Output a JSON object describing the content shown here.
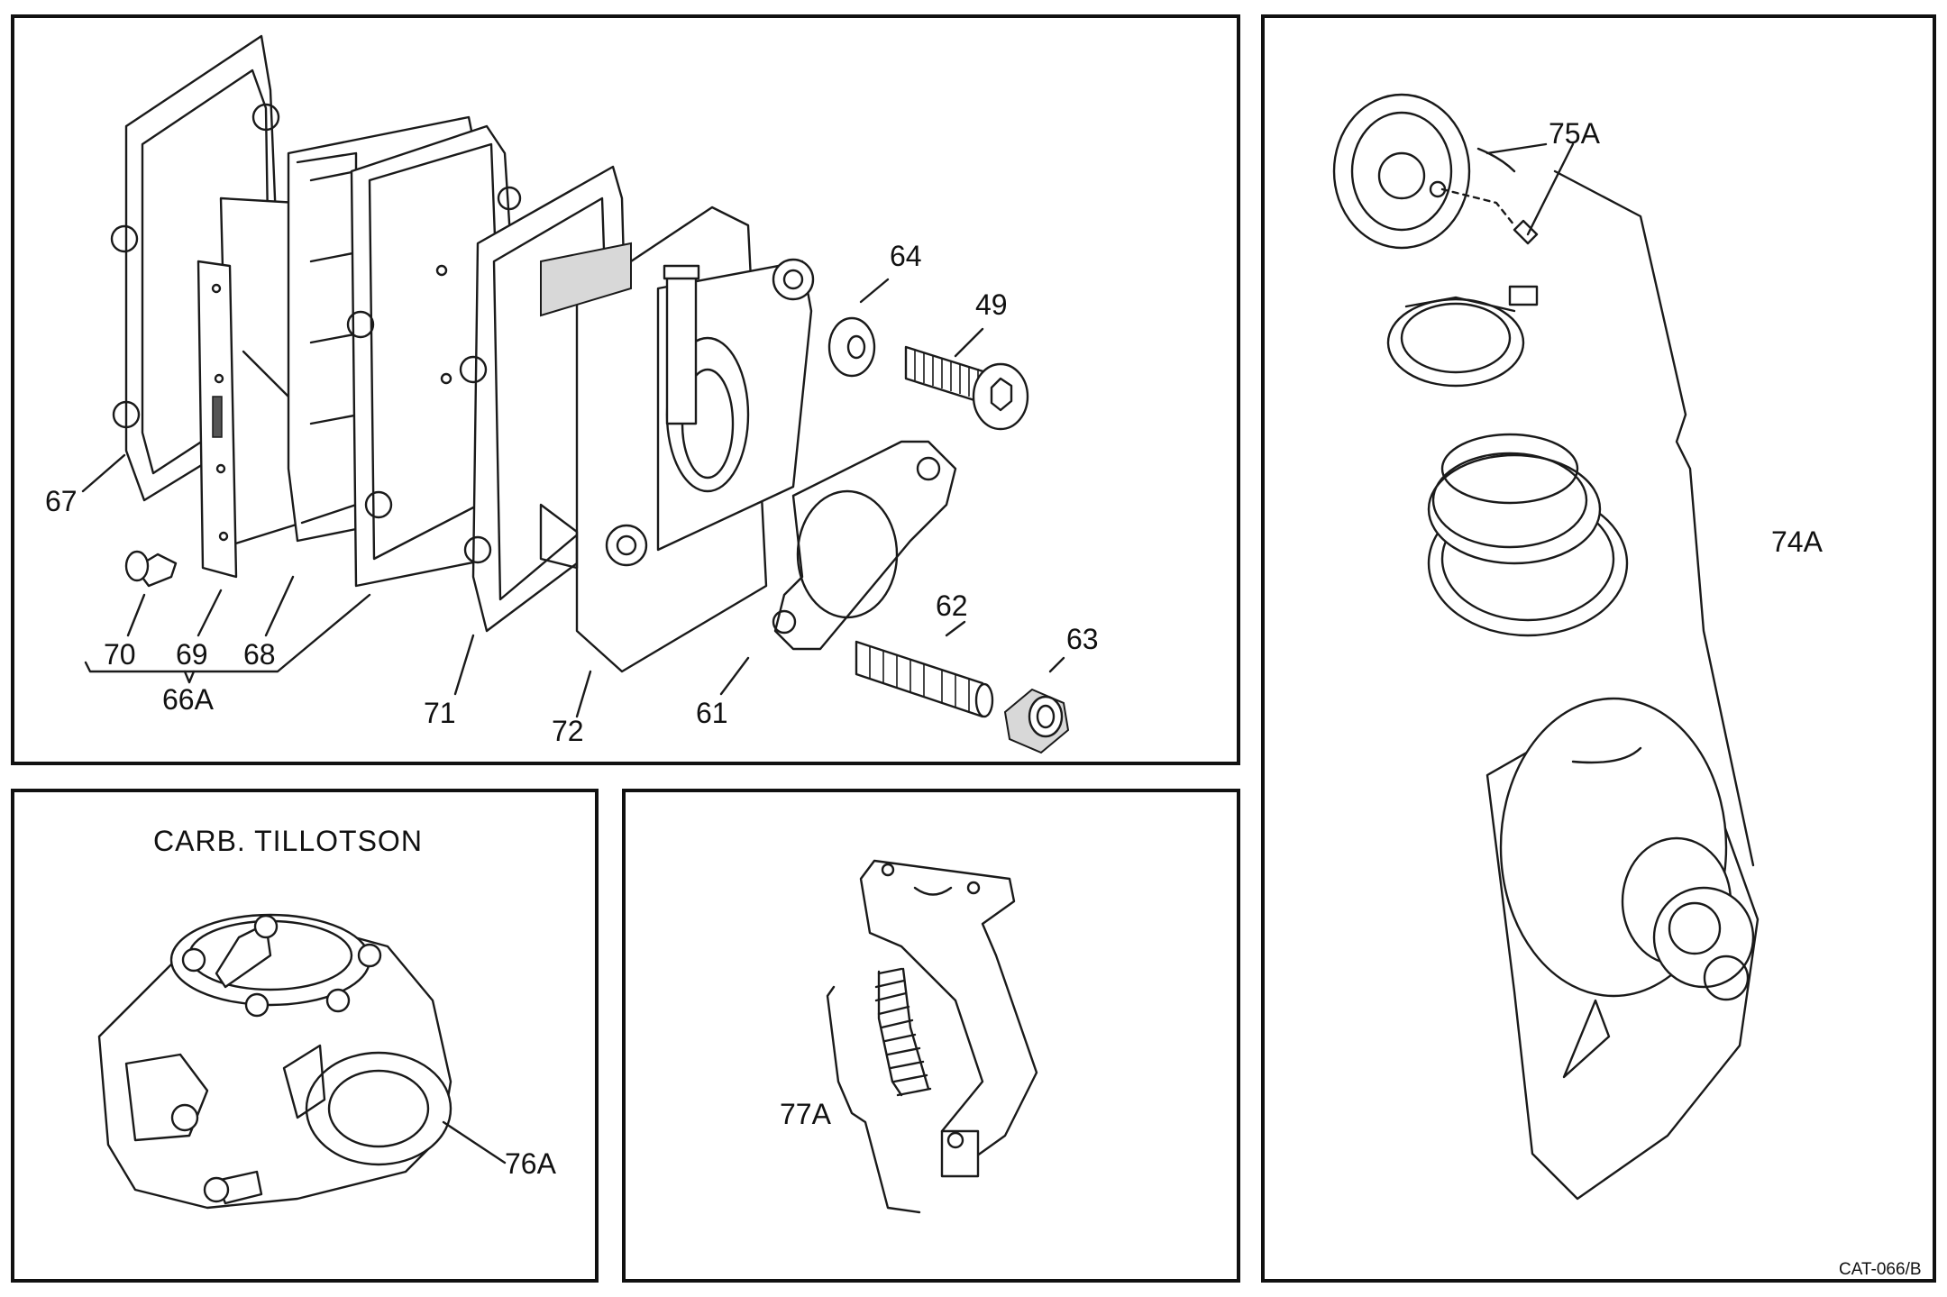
{
  "catalog_code": "CAT-066/B",
  "carb_panel": {
    "title": "CARB. TILLOTSON"
  },
  "labels": {
    "p67": "67",
    "p70": "70",
    "p69": "69",
    "p68": "68",
    "p66a": "66A",
    "p71": "71",
    "p72": "72",
    "p61": "61",
    "p64": "64",
    "p49": "49",
    "p62": "62",
    "p63": "63",
    "p75a": "75A",
    "p74a": "74A",
    "p76a": "76A",
    "p77a": "77A"
  }
}
